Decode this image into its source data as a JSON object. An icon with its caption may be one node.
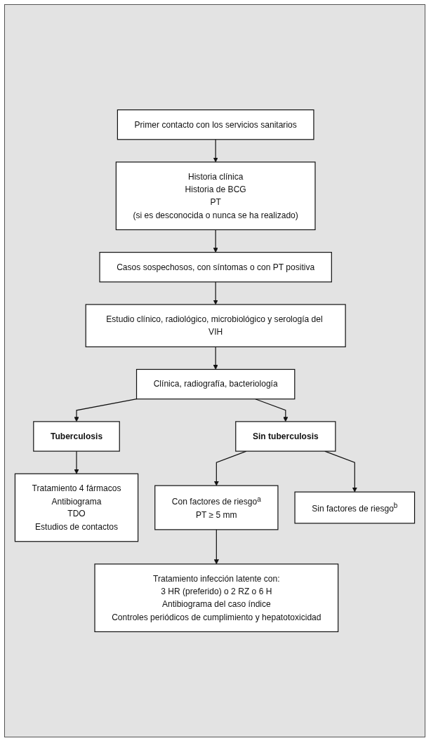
{
  "diagram": {
    "nodes": [
      {
        "text": [
          "Primer contacto con los servicios sanitarios"
        ]
      },
      {
        "text": [
          "Historia clínica",
          "Historia de BCG",
          "PT",
          "(si es desconocida o nunca se ha realizado)"
        ]
      },
      {
        "text": [
          "Casos sospechosos, con síntomas o con PT positiva"
        ]
      },
      {
        "text": [
          "Estudio clínico, radiológico, microbiológico y serología del VIH"
        ]
      },
      {
        "text": [
          "Clínica, radiografía, bacteriología"
        ]
      },
      {
        "text": [
          "Tuberculosis"
        ]
      },
      {
        "text": [
          "Sin tuberculosis"
        ]
      },
      {
        "text": [
          "Tratamiento 4 fármacos",
          "Antibiograma",
          "TDO",
          "Estudios de contactos"
        ]
      },
      {
        "text": [
          "Con factores de riesgo$^{a}$",
          "PT ≥ 5 mm"
        ]
      },
      {
        "text": [
          "Sin factores de riesgo$^{b}$"
        ]
      },
      {
        "text": [
          "Tratamiento infección latente con:",
          "3 HR (preferido) o 2 RZ o 6 H",
          "Antibiograma del caso índice",
          "Controles periódicos de cumplimiento y hepatotoxicidad"
        ]
      }
    ],
    "edges": [
      {
        "from": 0,
        "to": 1,
        "arrow": "to"
      },
      {
        "from": 1,
        "to": 2,
        "arrow": "to"
      },
      {
        "from": 2,
        "to": 3,
        "arrow": "to"
      },
      {
        "from": 3,
        "to": 4,
        "arrow": "to"
      },
      {
        "from": 4,
        "to": 5,
        "arrow": "to"
      },
      {
        "from": 4,
        "to": 6,
        "arrow": "to"
      },
      {
        "from": 5,
        "to": 7,
        "arrow": "to"
      },
      {
        "from": 6,
        "to": 8,
        "arrow": "to"
      },
      {
        "from": 6,
        "to": 9,
        "arrow": "to"
      },
      {
        "from": 8,
        "to": 10,
        "arrow": "to"
      }
    ]
  }
}
